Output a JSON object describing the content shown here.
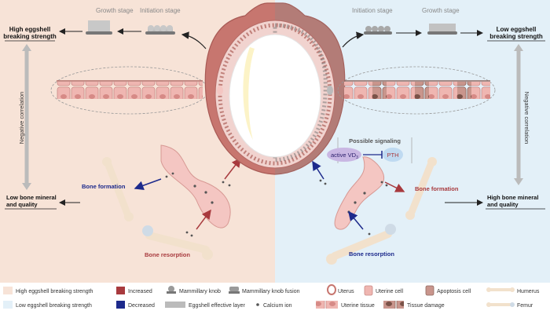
{
  "left": {
    "growth_stage": "Growth stage",
    "initiation_stage": "Initiation stage",
    "eggshell_title_line1": "High eggshell",
    "eggshell_title_line2": "breaking strength",
    "correlation": "Negative correlation",
    "bone_title_line1": "Low bone mineral",
    "bone_title_line2": "and quality",
    "bone_formation": "Bone formation",
    "bone_resorption": "Bone resorption"
  },
  "right": {
    "initiation_stage": "Initiation stage",
    "growth_stage": "Growth stage",
    "eggshell_title_line1": "Low eggshell",
    "eggshell_title_line2": "breaking strength",
    "correlation": "Negative correlation",
    "bone_title_line1": "High bone  mineral",
    "bone_title_line2": "and quality",
    "bone_formation": "Bone formation",
    "bone_resorption": "Bone resorption",
    "possible_signaling": "Possible signaling",
    "active_vd": "active VD",
    "active_vd_sub": "3",
    "pth": "PTH"
  },
  "legend": {
    "high_strength": "High eggshell breaking strength",
    "low_strength": "Low eggshell breaking strength",
    "increased": "Increased",
    "decreased": "Decreased",
    "mammillary_knob": "Mammillary knob",
    "mammillary_knob_fusion": "Mammillary knob fusion",
    "eggshell_effective_layer": "Eggshell effective layer",
    "calcium_ion": "Calcium ion",
    "uterus": "Uterus",
    "uterine_cell": "Uterine cell",
    "uterine_tissue": "Uterine tissue",
    "apoptosis_cell": "Apoptosis cell",
    "tissue_damage": "Tissue damage",
    "humerus": "Humerus",
    "femur": "Femur"
  },
  "colors": {
    "left_bg": "#f7e3d7",
    "right_bg": "#e3f0f8",
    "increased": "#a83a3e",
    "decreased": "#1d2a8c",
    "uterine_cell": "#eeb2ad",
    "apoptosis_cell": "#a07a6e",
    "bone": "#f2e1cc",
    "knob": "#9a9a9a"
  }
}
